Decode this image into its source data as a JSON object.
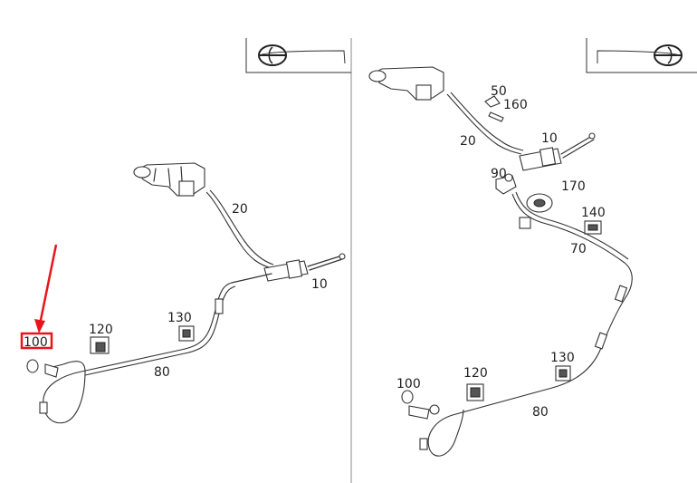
{
  "diagram": {
    "left_panel": {
      "callouts": [
        "20",
        "10",
        "120",
        "130",
        "80",
        "100"
      ],
      "highlighted_callout": "100"
    },
    "right_panel": {
      "callouts": [
        "50",
        "160",
        "20",
        "10",
        "90",
        "170",
        "140",
        "70",
        "130",
        "100",
        "120",
        "80"
      ]
    },
    "colors": {
      "highlight": "#e8141c",
      "line": "#333333",
      "divider": "#888888"
    },
    "icons": [
      "vehicle-orientation-icon",
      "vehicle-orientation-icon",
      "red-arrow-icon"
    ]
  }
}
